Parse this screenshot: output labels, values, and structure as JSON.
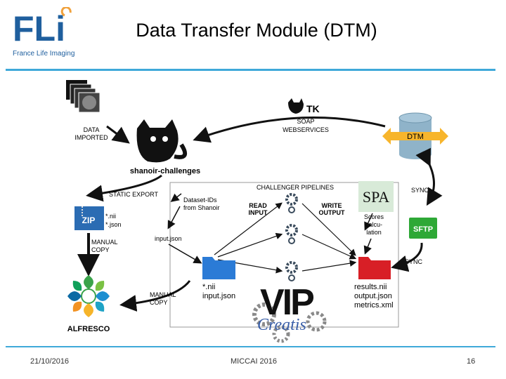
{
  "header": {
    "logo_text": "FLi",
    "logo_subtitle": "France Life Imaging",
    "title": "Data Transfer Module (DTM)"
  },
  "footer": {
    "date": "21/10/2016",
    "event": "MICCAI 2016",
    "page": "16"
  },
  "diagram": {
    "data_imported": [
      "DATA",
      "IMPORTED"
    ],
    "shanoir": "shanoir-challenges",
    "tk_logo": "TK",
    "soap": [
      "SOAP",
      "WEBSERVICES"
    ],
    "dtm": "DTM",
    "static_export": "STATIC EXPORT",
    "zip": "ZIP",
    "zip_files": [
      "*.nii",
      "*.json"
    ],
    "manual_copy_1": [
      "MANUAL",
      "COPY"
    ],
    "alfresco": "ALFRESCO",
    "manual_copy_2": [
      "MANUAL",
      "COPY"
    ],
    "challenger_pipelines": "CHALLENGER PIPELINES",
    "dataset_ids": [
      "Dataset-IDs",
      "from Shanoir"
    ],
    "read_input": [
      "READ",
      "INPUT"
    ],
    "write_output": [
      "WRITE",
      "OUTPUT"
    ],
    "spa": "SPA",
    "scores": [
      "Scores",
      "calcu-",
      "lation"
    ],
    "sync_1": "SYNC",
    "sftp": "SFTP",
    "sync_2": "SYNC",
    "input_json": "input.json",
    "folder_blue_files": [
      "*.nii",
      "input.json"
    ],
    "results": [
      "results.nii",
      "output.json",
      "metrics.xml"
    ],
    "vip": "VIP",
    "creatis": "Creatis"
  },
  "colors": {
    "accent_line": "#3fa9d9",
    "logo_blue": "#1f5f9e",
    "logo_orange": "#f0a13c",
    "sftp_green": "#2ea836",
    "folder_blue": "#2b7bd6",
    "folder_red": "#d81f26",
    "dtm_cylinder": "#8fb3c9",
    "dtm_arrows": "#f7b52c"
  }
}
